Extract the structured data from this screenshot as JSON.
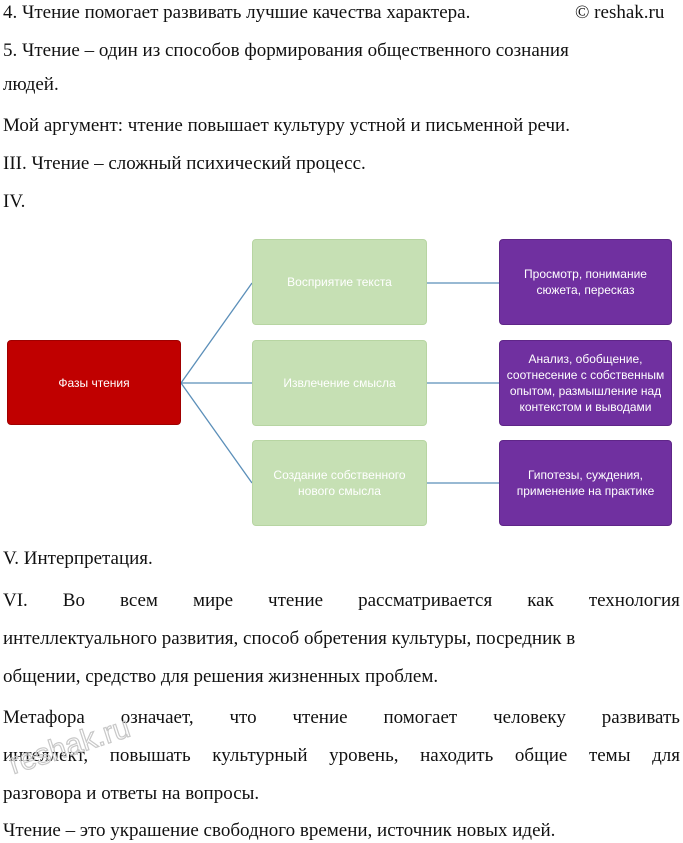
{
  "text": {
    "line4": "4. Чтение помогает развивать лучшие качества характера.",
    "watermark": "© reshak.ru",
    "line5a": "5. Чтение – один из способов формирования общественного сознания",
    "line5b": "людей.",
    "argument": "Мой аргумент: чтение повышает культуру устной и письменной речи.",
    "section3": "III. Чтение – сложный психический процесс.",
    "section4": "IV.",
    "section5": "V. Интерпретация.",
    "section6_words": [
      "VI.",
      "Во",
      "всем",
      "мире",
      "чтение",
      "рассматривается",
      "как",
      "технология"
    ],
    "section6b": "интеллектуального развития, способ обретения культуры, посредник в",
    "section6c": "общении, средство для решения жизненных проблем.",
    "metaphor_words": [
      "Метафора",
      "означает,",
      "что",
      "чтение",
      "помогает",
      "человеку",
      "развивать"
    ],
    "metaphor_b_words": [
      "интеллект,",
      "повышать",
      "культурный",
      "уровень,",
      "находить",
      "общие",
      "темы",
      "для"
    ],
    "metaphor_c": "разговора и ответы на вопросы.",
    "final": "Чтение – это украшение свободного времени, источник новых идей.",
    "stamp": "reshak.ru"
  },
  "diagram": {
    "root": "Фазы чтения",
    "phases": [
      {
        "label": "Восприятие текста",
        "detail": "Просмотр, понимание сюжета, пересказ"
      },
      {
        "label": "Извлечение смысла",
        "detail": "Анализ, обобщение, соотнесение с собственным опытом, размышление над контекстом и выводами"
      },
      {
        "label": "Создание собственного нового смысла",
        "detail": "Гипотезы, суждения, применение на практике"
      }
    ],
    "colors": {
      "root": "#c00000",
      "phase": "#c6e0b4",
      "detail": "#7030a0",
      "connector": "#5b8fb9"
    }
  }
}
